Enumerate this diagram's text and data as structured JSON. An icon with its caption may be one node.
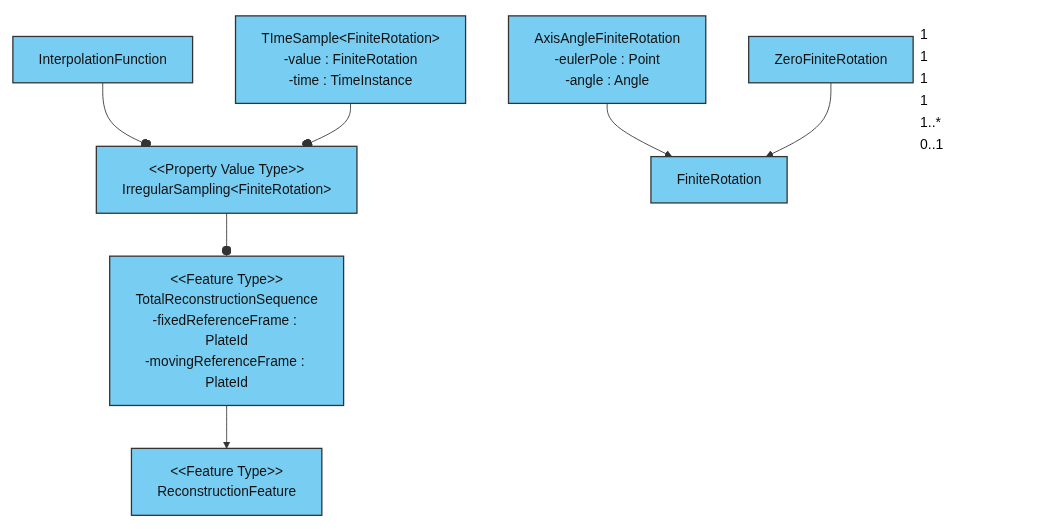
{
  "diagram": {
    "nodes": [
      {
        "text": [
          "<<Feature Type>>",
          "ReconstructionFeature"
        ]
      },
      {
        "text": [
          "<<Feature Type>>",
          "TotalReconstructionSequence",
          "-fixedReferenceFrame : PlateId",
          "-movingReferenceFrame : PlateId"
        ]
      },
      {
        "text": [
          "<<Property Value Type>>",
          "IrregularSampling<FiniteRotation>"
        ]
      },
      {
        "text": [
          "FiniteRotation"
        ]
      },
      {
        "text": [
          "InterpolationFunction"
        ]
      },
      {
        "text": [
          "TImeSample<FiniteRotation>",
          "-value : FiniteRotation",
          "-time : TimeInstance"
        ]
      },
      {
        "text": [
          "AxisAngleFiniteRotation",
          "-eulerPole : Point",
          "-angle : Angle"
        ]
      },
      {
        "text": [
          "ZeroFiniteRotation"
        ]
      }
    ],
    "edges": [
      {
        "from": 1,
        "to": 0,
        "arrow": "to"
      },
      {
        "from": 2,
        "to": 1,
        "arrow": "other"
      },
      {
        "from": 4,
        "to": 2,
        "arrow": "other"
      },
      {
        "from": 5,
        "to": 2,
        "arrow": "other"
      },
      {
        "from": 6,
        "to": 3,
        "arrow": "to"
      },
      {
        "from": 7,
        "to": 3,
        "arrow": "to"
      }
    ],
    "labels": [
      "1",
      "1",
      "1",
      "1",
      "1..*",
      "0..1"
    ]
  }
}
